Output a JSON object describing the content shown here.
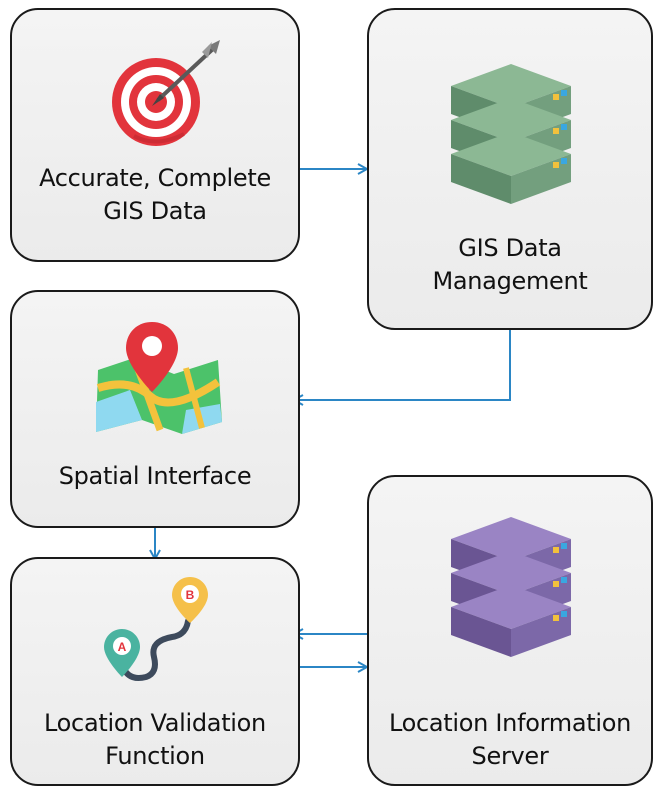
{
  "nodes": {
    "gis_data": {
      "label": "Accurate, Complete\nGIS Data",
      "icon": "target-icon"
    },
    "gis_mgmt": {
      "label": "GIS Data\nManagement",
      "icon": "server-icon"
    },
    "spatial": {
      "label": "Spatial Interface",
      "icon": "map-pin-icon"
    },
    "lvf": {
      "label": "Location Validation\nFunction",
      "icon": "route-icon"
    },
    "lis": {
      "label": "Location Information\nServer",
      "icon": "server-icon"
    }
  },
  "route_markers": {
    "start": "A",
    "end": "B"
  },
  "colors": {
    "arrow": "#2b86c5",
    "node_border": "#1a1a1a",
    "node_fill": "#ededed",
    "green_server": "#6f9a78",
    "purple_server": "#7a63a3",
    "target_red": "#e2343c"
  }
}
